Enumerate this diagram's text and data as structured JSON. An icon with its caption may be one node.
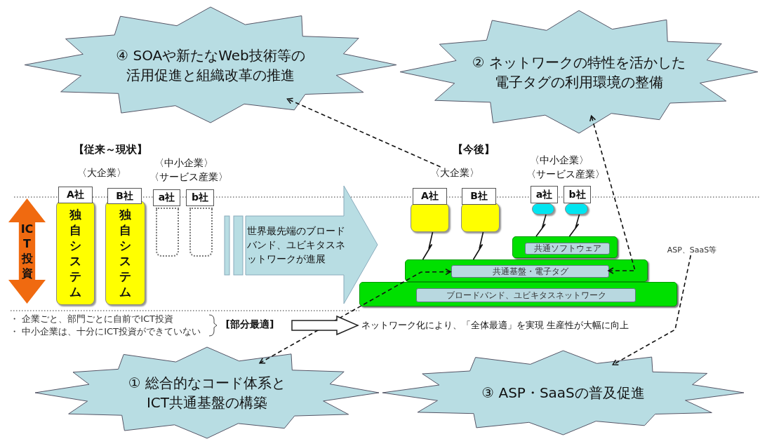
{
  "diagram": {
    "nodes": [
      {
        "text": [
          "④ SOAや新たなWeb技術等の活用促進と組織改革の推進"
        ]
      },
      {
        "text": [
          "② ネットワークの特性を活かした電子タグの利用環境の整備"
        ]
      },
      {
        "text": [
          "ICT投資"
        ]
      },
      {
        "text": [
          "A社"
        ]
      },
      {
        "text": [
          "独自システム"
        ]
      },
      {
        "text": [
          "B社"
        ]
      },
      {
        "text": [
          "独自システム"
        ]
      },
      {
        "text": [
          "a社"
        ]
      },
      {
        "text": [],
        "shape": "box"
      },
      {
        "text": [
          "b社"
        ]
      },
      {
        "text": [],
        "shape": "box"
      },
      {
        "text": [
          "世界最先端のブロードバンド、ユビキタスネットワークが進展"
        ]
      },
      {
        "text": [
          "〈大企業〉"
        ]
      },
      {
        "text": [
          "A社"
        ]
      },
      {
        "text": [],
        "shape": "box"
      },
      {
        "text": [
          "B社"
        ]
      },
      {
        "text": [],
        "shape": "box"
      },
      {
        "text": [
          "a社"
        ]
      },
      {
        "text": [],
        "shape": "box"
      },
      {
        "text": [
          "b社"
        ]
      },
      {
        "text": [],
        "shape": "box"
      },
      {
        "text": [],
        "shape": "box"
      },
      {
        "text": [
          "共通ソフトウェア"
        ],
        "in": 21
      },
      {
        "text": [],
        "shape": "box"
      },
      {
        "text": [
          "共通基盤・電子タグ"
        ],
        "in": 23
      },
      {
        "text": [
          "ASP、SaaS等"
        ]
      },
      {
        "text": [],
        "shape": "box"
      },
      {
        "text": [
          "ブロードバンド、ユビキタスネットワーク"
        ],
        "in": 26
      },
      {
        "text": [
          "① 総合的なコード体系とICT共通基盤の構築"
        ]
      },
      {
        "text": [
          "③ ASP・SaaSの普及促進"
        ]
      },
      {
        "text": [
          "[部分最適]"
        ]
      },
      {
        "text": [
          "ネットワーク化により、「全体最適」を実現 生産性が大幅に向上"
        ]
      }
    ],
    "edges": [
      {
        "from": 12,
        "to": 0,
        "arrow": "to",
        "style": "dashed"
      },
      {
        "from": 24,
        "to": 1,
        "arrow": "both",
        "style": "dashed"
      },
      {
        "from": 24,
        "to": 28,
        "arrow": "both",
        "style": "dashed"
      },
      {
        "from": 25,
        "to": 29,
        "arrow": "to",
        "style": "dashed"
      },
      {
        "from": 14,
        "to": 23,
        "arrow": "none"
      },
      {
        "from": 16,
        "to": 23,
        "arrow": "none"
      },
      {
        "from": 18,
        "to": 21,
        "arrow": "none"
      },
      {
        "from": 20,
        "to": 21,
        "arrow": "none"
      },
      {
        "from": 30,
        "to": 31,
        "arrow": "to",
        "style": "thick"
      }
    ],
    "labels": [
      "【従来～現状】",
      "〈大企業〉",
      "〈中小企業〉",
      "〈サービス産業〉",
      "【今後】",
      "〈中小企業〉",
      "〈サービス産業〉",
      "・ 企業ごと、部門ごとに自前でICT投資",
      "・ 中小企業は、十分にICT投資ができていない"
    ]
  }
}
